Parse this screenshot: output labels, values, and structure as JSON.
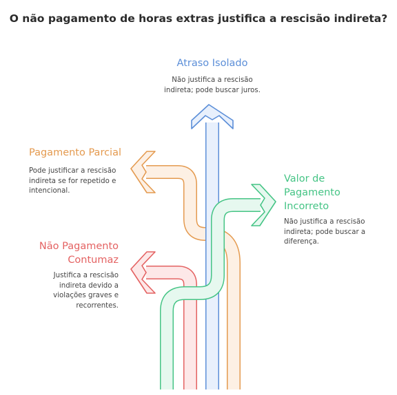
{
  "title": "O não pagamento de horas extras justifica a rescisão indireta?",
  "colors": {
    "blue": "#5b8ed8",
    "blue_fill": "#e8f0fc",
    "orange": "#e49a4f",
    "orange_fill": "#fdf0e4",
    "green": "#45c485",
    "green_fill": "#e6f8ef",
    "red": "#e46262",
    "red_fill": "#fde8e8"
  },
  "options": {
    "atraso": {
      "heading": "Atraso Isolado",
      "description": "Não justifica a rescisão\nindireta; pode buscar juros."
    },
    "parcial": {
      "heading": "Pagamento Parcial",
      "description": "Pode justificar a rescisão\nindireta se for repetido e\nintencional."
    },
    "incorreto": {
      "heading": "Valor de\nPagamento\nIncorreto",
      "description": "Não justifica a rescisão\nindireta; pode buscar a\ndiferença."
    },
    "contumaz": {
      "heading": "Não Pagamento\nContumaz",
      "description": "Justifica a rescisão\nindireta devido a\nviolações graves e\nrecorrentes."
    }
  }
}
